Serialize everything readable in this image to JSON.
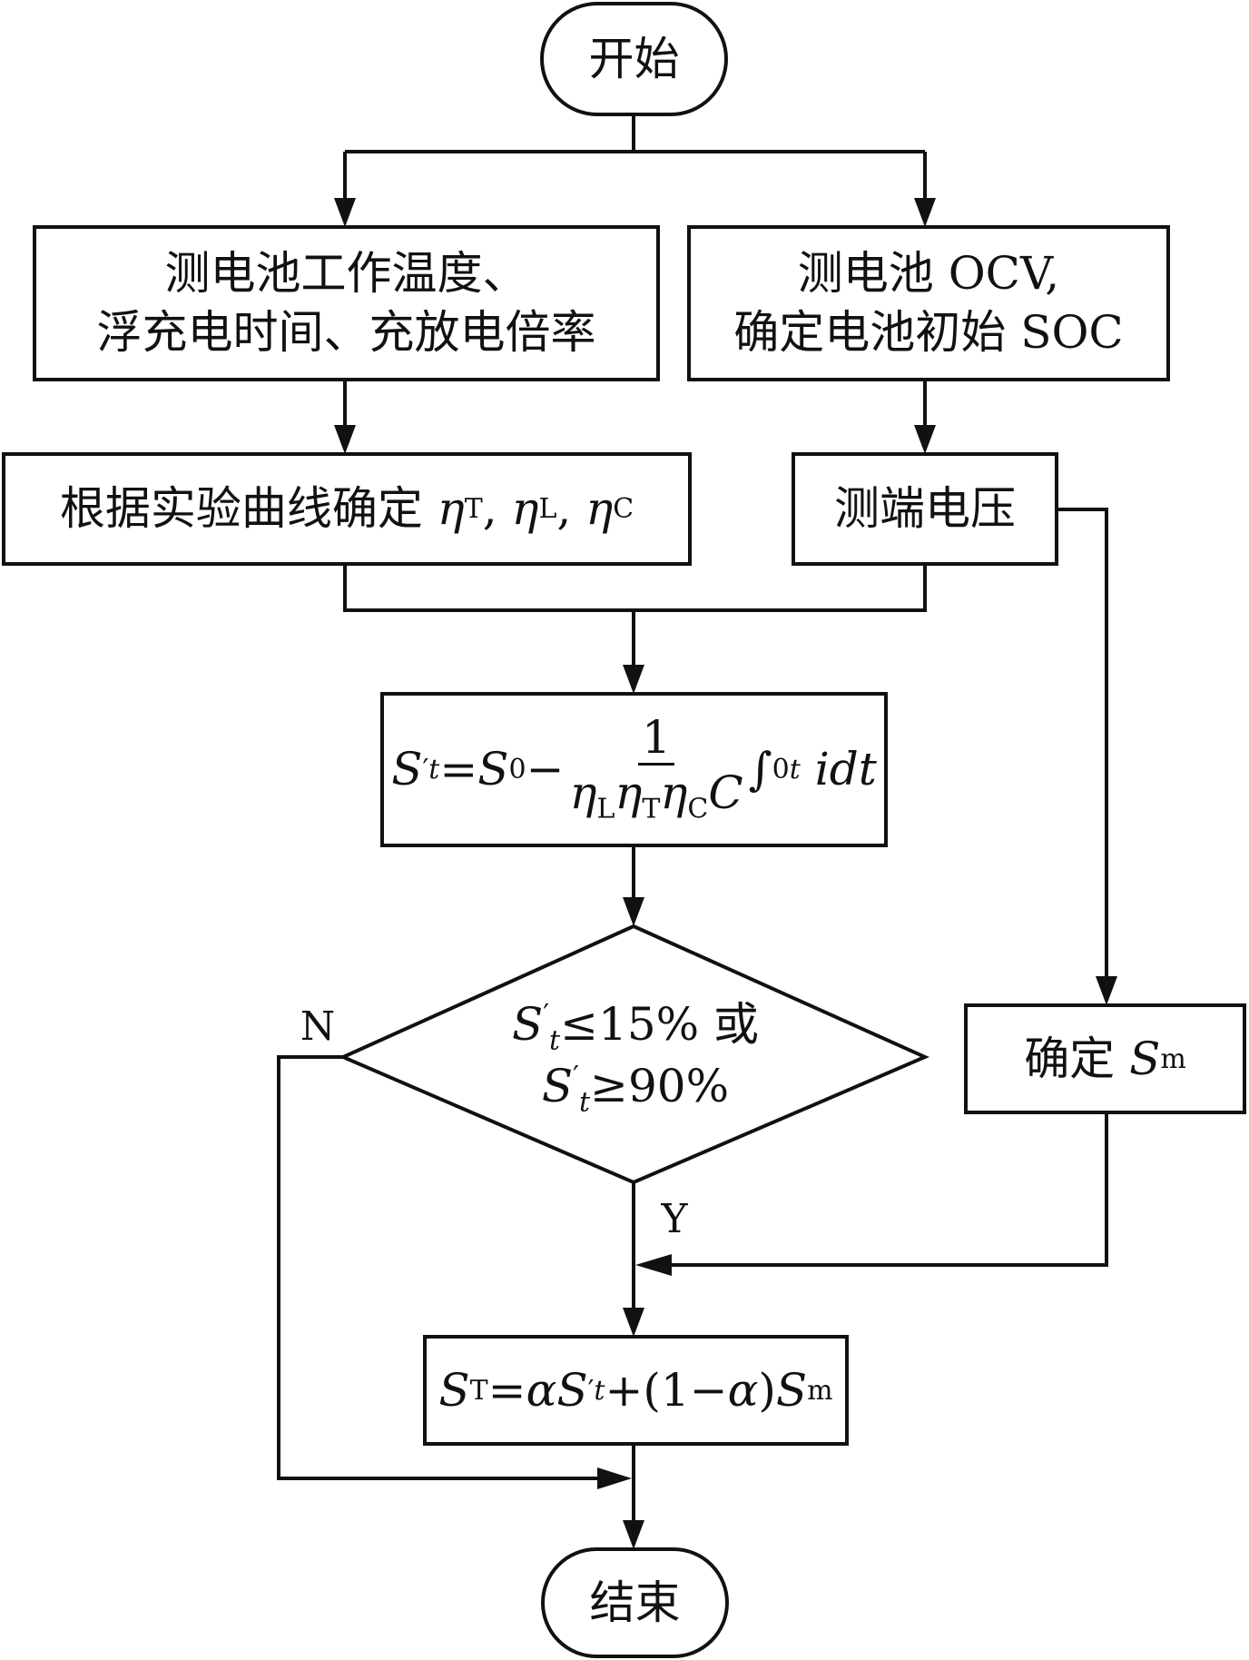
{
  "start": "开始",
  "left_box": {
    "line1": "测电池工作温度、",
    "line2": "浮充电时间、充放电倍率"
  },
  "right_box": {
    "line1": "测电池 OCV,",
    "line2": "确定电池初始 SOC"
  },
  "coeff_box": {
    "text": "根据实验曲线确定",
    "eta": "η",
    "sub_T": "T",
    "sub_L": "L",
    "sub_C": "C"
  },
  "voltage_box": "测端电压",
  "formula_box": {
    "S": "S",
    "t": "t",
    "zero": "0",
    "one": "1",
    "C": "C",
    "idt": "idt",
    "minus": "−"
  },
  "decision": {
    "line1_rest": "≤15% 或",
    "line2_rest": "≥90%"
  },
  "sm_box": {
    "text": "确定",
    "S": "S",
    "sub": "m"
  },
  "final_box": {
    "alpha": "α",
    "rest": "+(1−",
    "close": ")"
  },
  "labels": {
    "no": "N",
    "yes": "Y"
  },
  "end": "结束"
}
